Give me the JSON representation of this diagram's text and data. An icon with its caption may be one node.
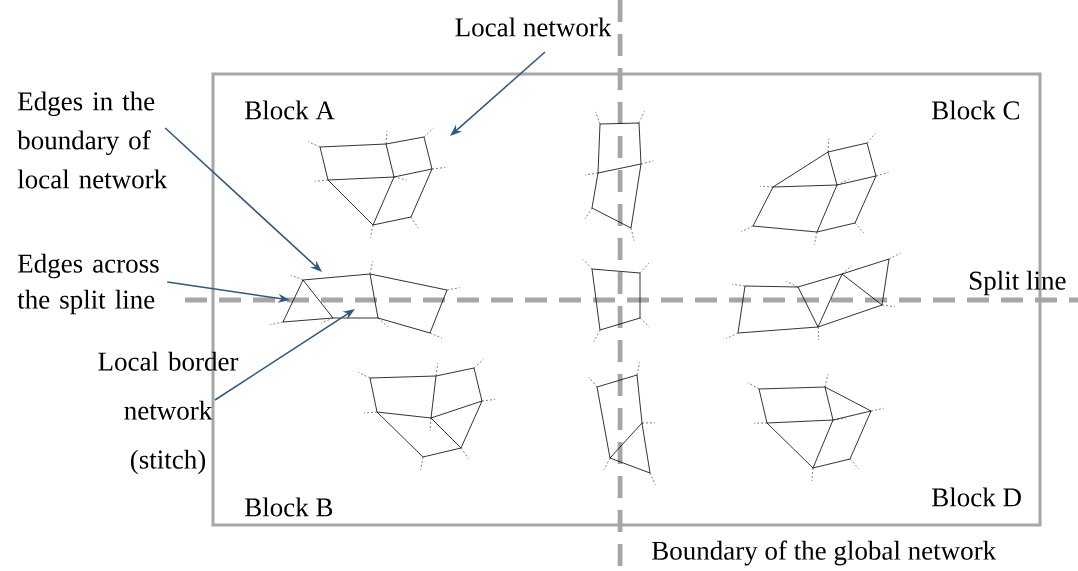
{
  "diagram": {
    "nodes": [
      {
        "text": [
          "Local network"
        ]
      },
      {
        "text": [
          "Edges in the boundary of local network"
        ]
      },
      {
        "text": [
          "Edges across the split line"
        ]
      },
      {
        "text": [
          "Local border network (stitch)"
        ]
      }
    ],
    "edges": [
      {
        "from": 0,
        "to": null,
        "arrow": "to"
      },
      {
        "from": 1,
        "to": null,
        "arrow": "to"
      },
      {
        "from": 2,
        "to": null,
        "arrow": "to"
      },
      {
        "from": 3,
        "to": null,
        "arrow": "to"
      }
    ],
    "labels": [
      "Block A",
      "Block C",
      "Split line",
      "Block B",
      "Block D",
      "Boundary of the global network"
    ]
  }
}
